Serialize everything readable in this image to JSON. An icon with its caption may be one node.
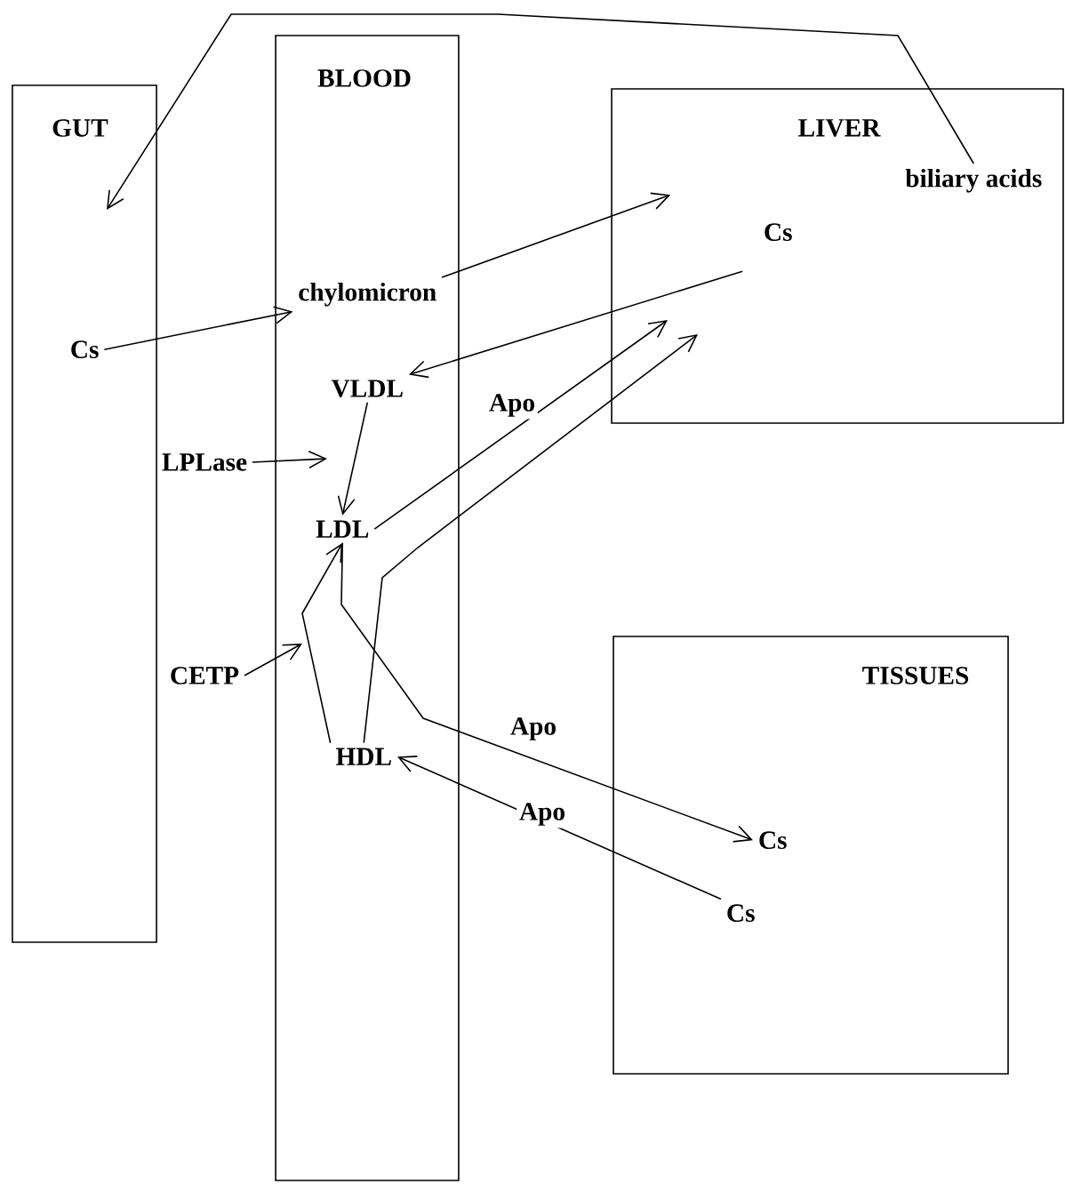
{
  "diagram": {
    "nodes": [
      {
        "text": [
          "GUT"
        ]
      },
      {
        "text": [
          "BLOOD"
        ]
      },
      {
        "text": [
          "LIVER"
        ]
      },
      {
        "text": [
          "TISSUES"
        ]
      },
      {
        "text": [
          "Cs"
        ],
        "in": 0
      },
      {
        "text": [
          "chylomicron"
        ],
        "in": 1
      },
      {
        "text": [
          "VLDL"
        ],
        "in": 1
      },
      {
        "text": [
          "LDL"
        ],
        "in": 1
      },
      {
        "text": [
          "HDL"
        ],
        "in": 1
      },
      {
        "text": [
          "Cs"
        ],
        "in": 2
      },
      {
        "text": [
          "biliary acids"
        ],
        "in": 2
      },
      {
        "text": [
          "Cs"
        ],
        "in": 3
      },
      {
        "text": [
          "Cs"
        ],
        "in": 3
      },
      {
        "text": [
          "LPLase"
        ]
      },
      {
        "text": [
          "CETP"
        ]
      }
    ],
    "edges": [
      {
        "from": 10,
        "to": 0,
        "arrow": "to"
      },
      {
        "from": 4,
        "to": 5,
        "arrow": "to"
      },
      {
        "from": 5,
        "to": 9,
        "arrow": "to"
      },
      {
        "from": 9,
        "to": 6,
        "arrow": "to"
      },
      {
        "from": 6,
        "to": 7,
        "arrow": "to"
      },
      {
        "from": 7,
        "to": 2,
        "arrow": "to",
        "label": "Apo"
      },
      {
        "from": 8,
        "to": 2,
        "arrow": "to"
      },
      {
        "from": 8,
        "to": 7,
        "arrow": "to"
      },
      {
        "from": 7,
        "to": 11,
        "arrow": "to",
        "label": "Apo"
      },
      {
        "from": 12,
        "to": 8,
        "arrow": "to",
        "label": "Apo"
      },
      {
        "from": 13,
        "to": 1,
        "arrow": "to"
      },
      {
        "from": 14,
        "to": 1,
        "arrow": "to"
      }
    ]
  }
}
